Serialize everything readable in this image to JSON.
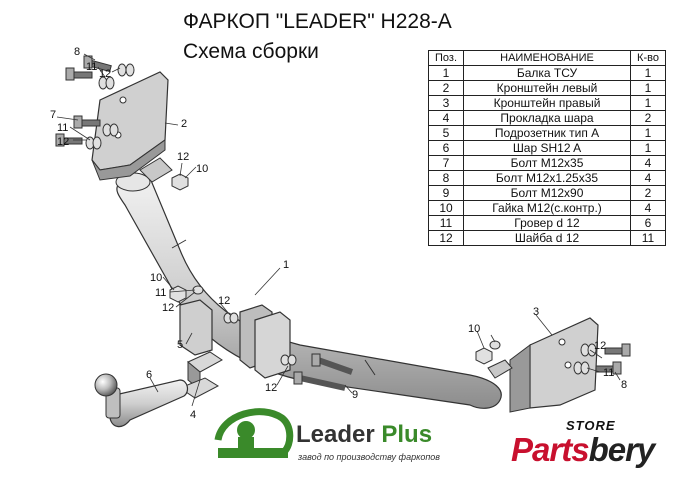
{
  "header": {
    "title": "ФАРКОП \"LEADER\" H228-A",
    "subtitle": "Схема сборки"
  },
  "parts_table": {
    "headers": [
      "Поз.",
      "НАИМЕНОВАНИЕ",
      "К-во"
    ],
    "rows": [
      {
        "pos": "1",
        "name": "Балка ТСУ",
        "qty": "1"
      },
      {
        "pos": "2",
        "name": "Кронштейн левый",
        "qty": "1"
      },
      {
        "pos": "3",
        "name": "Кронштейн правый",
        "qty": "1"
      },
      {
        "pos": "4",
        "name": "Прокладка шара",
        "qty": "2"
      },
      {
        "pos": "5",
        "name": "Подрозетник тип А",
        "qty": "1"
      },
      {
        "pos": "6",
        "name": "Шар SH12 A",
        "qty": "1"
      },
      {
        "pos": "7",
        "name": "Болт М12х35",
        "qty": "4"
      },
      {
        "pos": "8",
        "name": "Болт М12х1.25х35",
        "qty": "4"
      },
      {
        "pos": "9",
        "name": "Болт М12х90",
        "qty": "2"
      },
      {
        "pos": "10",
        "name": "Гайка М12(с.контр.)",
        "qty": "4"
      },
      {
        "pos": "11",
        "name": "Гровер d 12",
        "qty": "6"
      },
      {
        "pos": "12",
        "name": "Шайба d 12",
        "qty": "11"
      }
    ]
  },
  "callouts": {
    "c8a": "8",
    "c11a": "11",
    "c12a": "12",
    "c2": "2",
    "c7": "7",
    "c11b": "11",
    "c12b": "12",
    "c12c": "12",
    "c10a": "10",
    "c1": "1",
    "c10b": "10",
    "c11c": "11",
    "c12d": "12",
    "c5": "5",
    "c12e": "12",
    "c6": "6",
    "c4": "4",
    "c12f": "12",
    "c9": "9",
    "c3": "3",
    "c10c": "10",
    "c12g": "12",
    "c11d": "11",
    "c8b": "8"
  },
  "branding": {
    "leader_word": "Leader",
    "plus_word": "Plus",
    "tagline": "завод по производству фаркопов",
    "store_word": "STORE",
    "parts_red": "Parts",
    "parts_black": "bery"
  },
  "colors": {
    "accent_green": "#3a8a2a",
    "brand_red": "#c8102e",
    "metal_fill": "#d6d6d6",
    "metal_stroke": "#333333"
  }
}
